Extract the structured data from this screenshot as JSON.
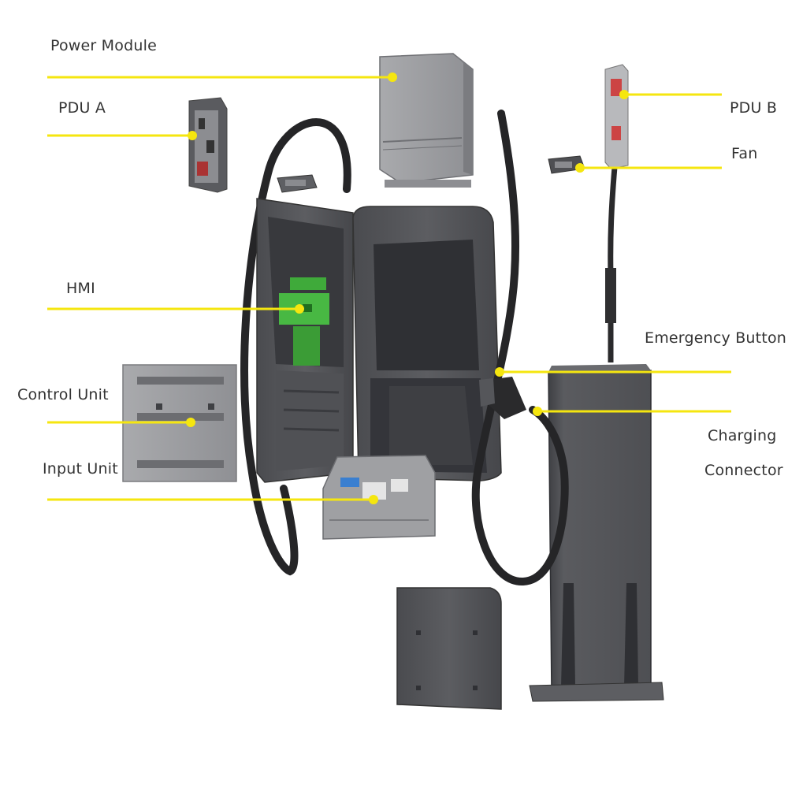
{
  "colors": {
    "leader_line": "#f5e60f",
    "leader_dot": "#f5e60f",
    "metal_dark": "#56575b",
    "metal_mid": "#8a8b8f",
    "metal_light": "#b9babd",
    "cable": "#2a2a2c",
    "pcb": "#3faa3a"
  },
  "labels": {
    "power_module": "Power Module",
    "pdu_a": "PDU A",
    "pdu_b": "PDU B",
    "fan": "Fan",
    "hmi": "HMI",
    "control_unit": "Control Unit",
    "input_unit": "Input Unit",
    "emergency_button": "Emergency Button",
    "charging_connector_line1": "Charging",
    "charging_connector_line2": "Connector"
  }
}
